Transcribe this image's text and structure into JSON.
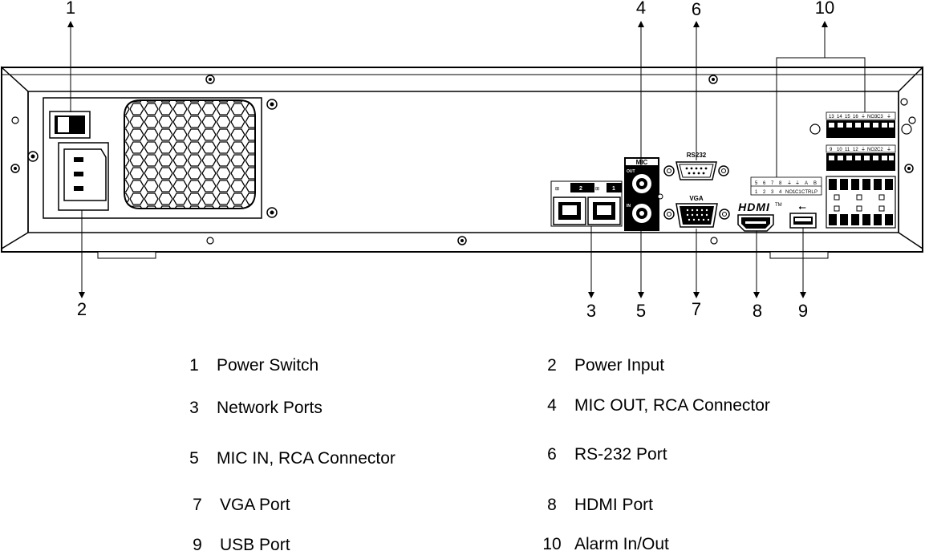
{
  "callouts": [
    "1",
    "2",
    "3",
    "4",
    "5",
    "6",
    "7",
    "8",
    "9",
    "10"
  ],
  "panel_labels": {
    "mic": "MIC",
    "mic_out": "OUT",
    "mic_in": "IN",
    "rs232": "RS232",
    "vga": "VGA",
    "hdmi": "HDMI",
    "hdmi_tm": "TM",
    "net_port_1": "1",
    "net_port_2": "2"
  },
  "alarm_labels": {
    "row1": [
      "13",
      "14",
      "15",
      "16",
      "⏚",
      "NO3",
      "C3",
      "⏚"
    ],
    "row2": [
      "9",
      "10",
      "11",
      "12",
      "⏚",
      "NO2",
      "C2",
      "⏚"
    ],
    "row3_top": [
      "5",
      "6",
      "7",
      "8",
      "⏚",
      "⏚",
      "A",
      "B"
    ],
    "row3_bottom": [
      "1",
      "2",
      "3",
      "4",
      "NO1",
      "C1",
      "CTRL",
      "P"
    ]
  },
  "legend": [
    {
      "num": "1",
      "text": "Power Switch"
    },
    {
      "num": "2",
      "text": "Power Input"
    },
    {
      "num": "3",
      "text": "Network Ports"
    },
    {
      "num": "4",
      "text": "MIC OUT, RCA Connector"
    },
    {
      "num": "5",
      "text": "MIC IN, RCA Connector"
    },
    {
      "num": "6",
      "text": "RS-232 Port"
    },
    {
      "num": "7",
      "text": "VGA Port"
    },
    {
      "num": "8",
      "text": "HDMI Port"
    },
    {
      "num": "9",
      "text": "USB Port"
    },
    {
      "num": "10",
      "text": "Alarm In/Out"
    }
  ]
}
